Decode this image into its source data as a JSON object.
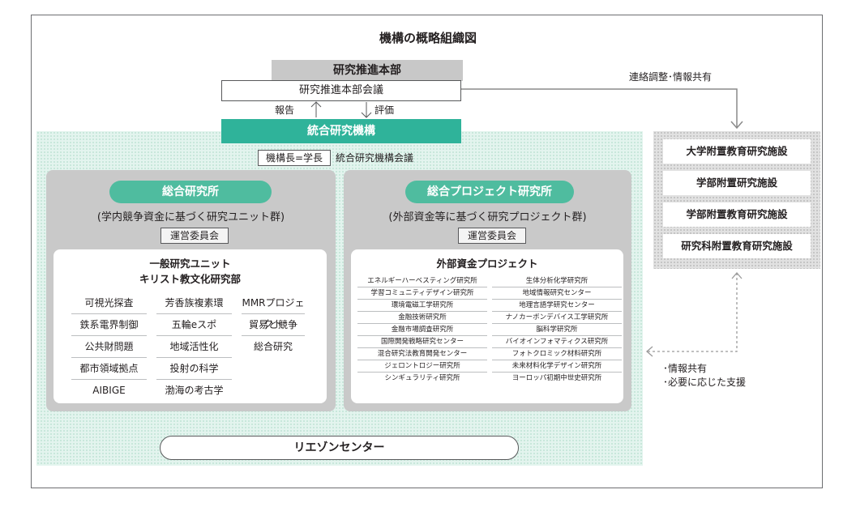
{
  "title": "機構の概略組織図",
  "hq": {
    "head": "研究推進本部",
    "meeting": "研究推進本部会議",
    "report": "報告",
    "evaluation": "評価"
  },
  "coordination_label": "連絡調整･情報共有",
  "organization": {
    "name": "統合研究機構",
    "chair": "機構長=学長",
    "council": "統合研究機構会議"
  },
  "sogo": {
    "title": "総合研究所",
    "subtitle": "(学内競争資金に基づく研究ユニット群)",
    "committee": "運営委員会",
    "units_heading_1": "一般研究ユニット",
    "units_heading_2": "キリスト教文化研究部",
    "units": [
      [
        "可視光探査",
        "芳香族複素環",
        "MMRプロジェクト"
      ],
      [
        "鉄系電界制御",
        "五輪eスポ",
        "貿易と競争"
      ],
      [
        "公共財問題",
        "地域活性化",
        "総合研究"
      ],
      [
        "都市領域拠点",
        "投射の科学",
        ""
      ],
      [
        "AIBIGE",
        "渤海の考古学",
        ""
      ]
    ]
  },
  "project": {
    "title": "総合プロジェクト研究所",
    "subtitle": "(外部資金等に基づく研究プロジェクト群)",
    "committee": "運営委員会",
    "heading": "外部資金プロジェクト",
    "items": [
      [
        "エネルギーハーベスティング研究所",
        "生体分析化学研究所"
      ],
      [
        "学習コミュニティデザイン研究所",
        "地域情報研究センター"
      ],
      [
        "環境電磁工学研究所",
        "地理言語学研究センター"
      ],
      [
        "金融技術研究所",
        "ナノカーボンデバイス工学研究所"
      ],
      [
        "金融市場調査研究所",
        "脳科学研究所"
      ],
      [
        "国際開発戦略研究センター",
        "バイオインフォマティクス研究所"
      ],
      [
        "混合研究法教育開発センター",
        "フォトクロミック材料研究所"
      ],
      [
        "ジェロントロジー研究所",
        "未来材料化学デザイン研究所"
      ],
      [
        "シンギュラリティ研究所",
        "ヨーロッパ初期中世史研究所"
      ]
    ]
  },
  "facilities": [
    "大学附置教育研究施設",
    "学部附置研究施設",
    "学部附置教育研究施設",
    "研究科附置教育研究施設"
  ],
  "support": {
    "line1": "･情報共有",
    "line2": "･必要に応じた支援"
  },
  "liaison": "リエゾンセンター",
  "colors": {
    "teal_band": "#2fb39a",
    "teal_pill": "#4fbc9f",
    "teal_area": "#e3f4ee",
    "grey_panel": "#c9c9c9",
    "grey_head": "#c8c8c8",
    "frame": "#6d6e71"
  }
}
